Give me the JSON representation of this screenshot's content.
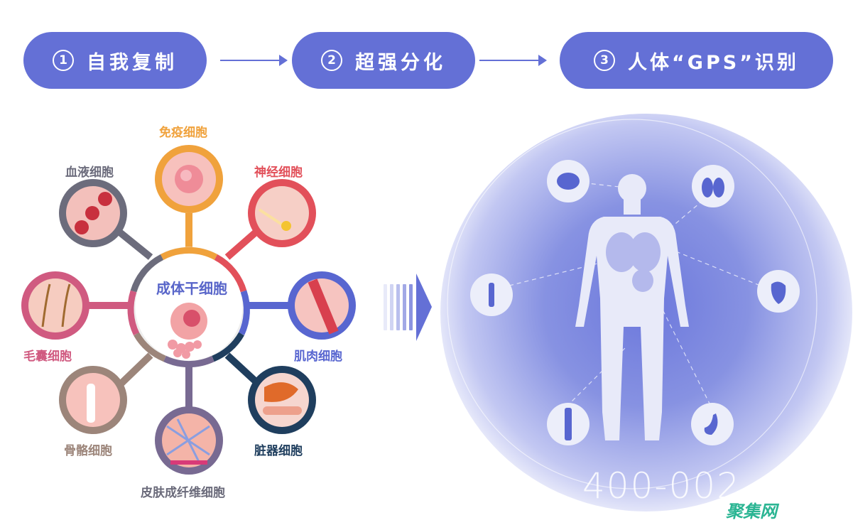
{
  "steps": [
    {
      "num": "1",
      "label": "自我复制"
    },
    {
      "num": "2",
      "label": "超强分化"
    },
    {
      "num": "3",
      "label": "人体“GPS”识别"
    }
  ],
  "hub": {
    "label": "成体干细胞",
    "color": "#5865c9"
  },
  "cells": [
    {
      "label": "免疫细胞",
      "color": "#f0a23c"
    },
    {
      "label": "神经细胞",
      "color": "#e2505a"
    },
    {
      "label": "肌肉细胞",
      "color": "#5866d0"
    },
    {
      "label": "脏器细胞",
      "color": "#1f3e5e"
    },
    {
      "label": "皮肤成纤维细胞",
      "color": "#786a92"
    },
    {
      "label": "骨骼细胞",
      "color": "#9c857a"
    },
    {
      "label": "毛囊细胞",
      "color": "#d05a80"
    },
    {
      "label": "血液细胞",
      "color": "#6c6c7c"
    }
  ],
  "body_map": {
    "organs": [
      "brain-icon",
      "lungs-icon",
      "heart-icon",
      "stomach-icon",
      "knee-joint-icon",
      "bone-icon"
    ]
  },
  "phone_text": "400-002",
  "watermark": "聚集网",
  "colors": {
    "accent": "#6470d6",
    "watermark": "#2bb593"
  }
}
